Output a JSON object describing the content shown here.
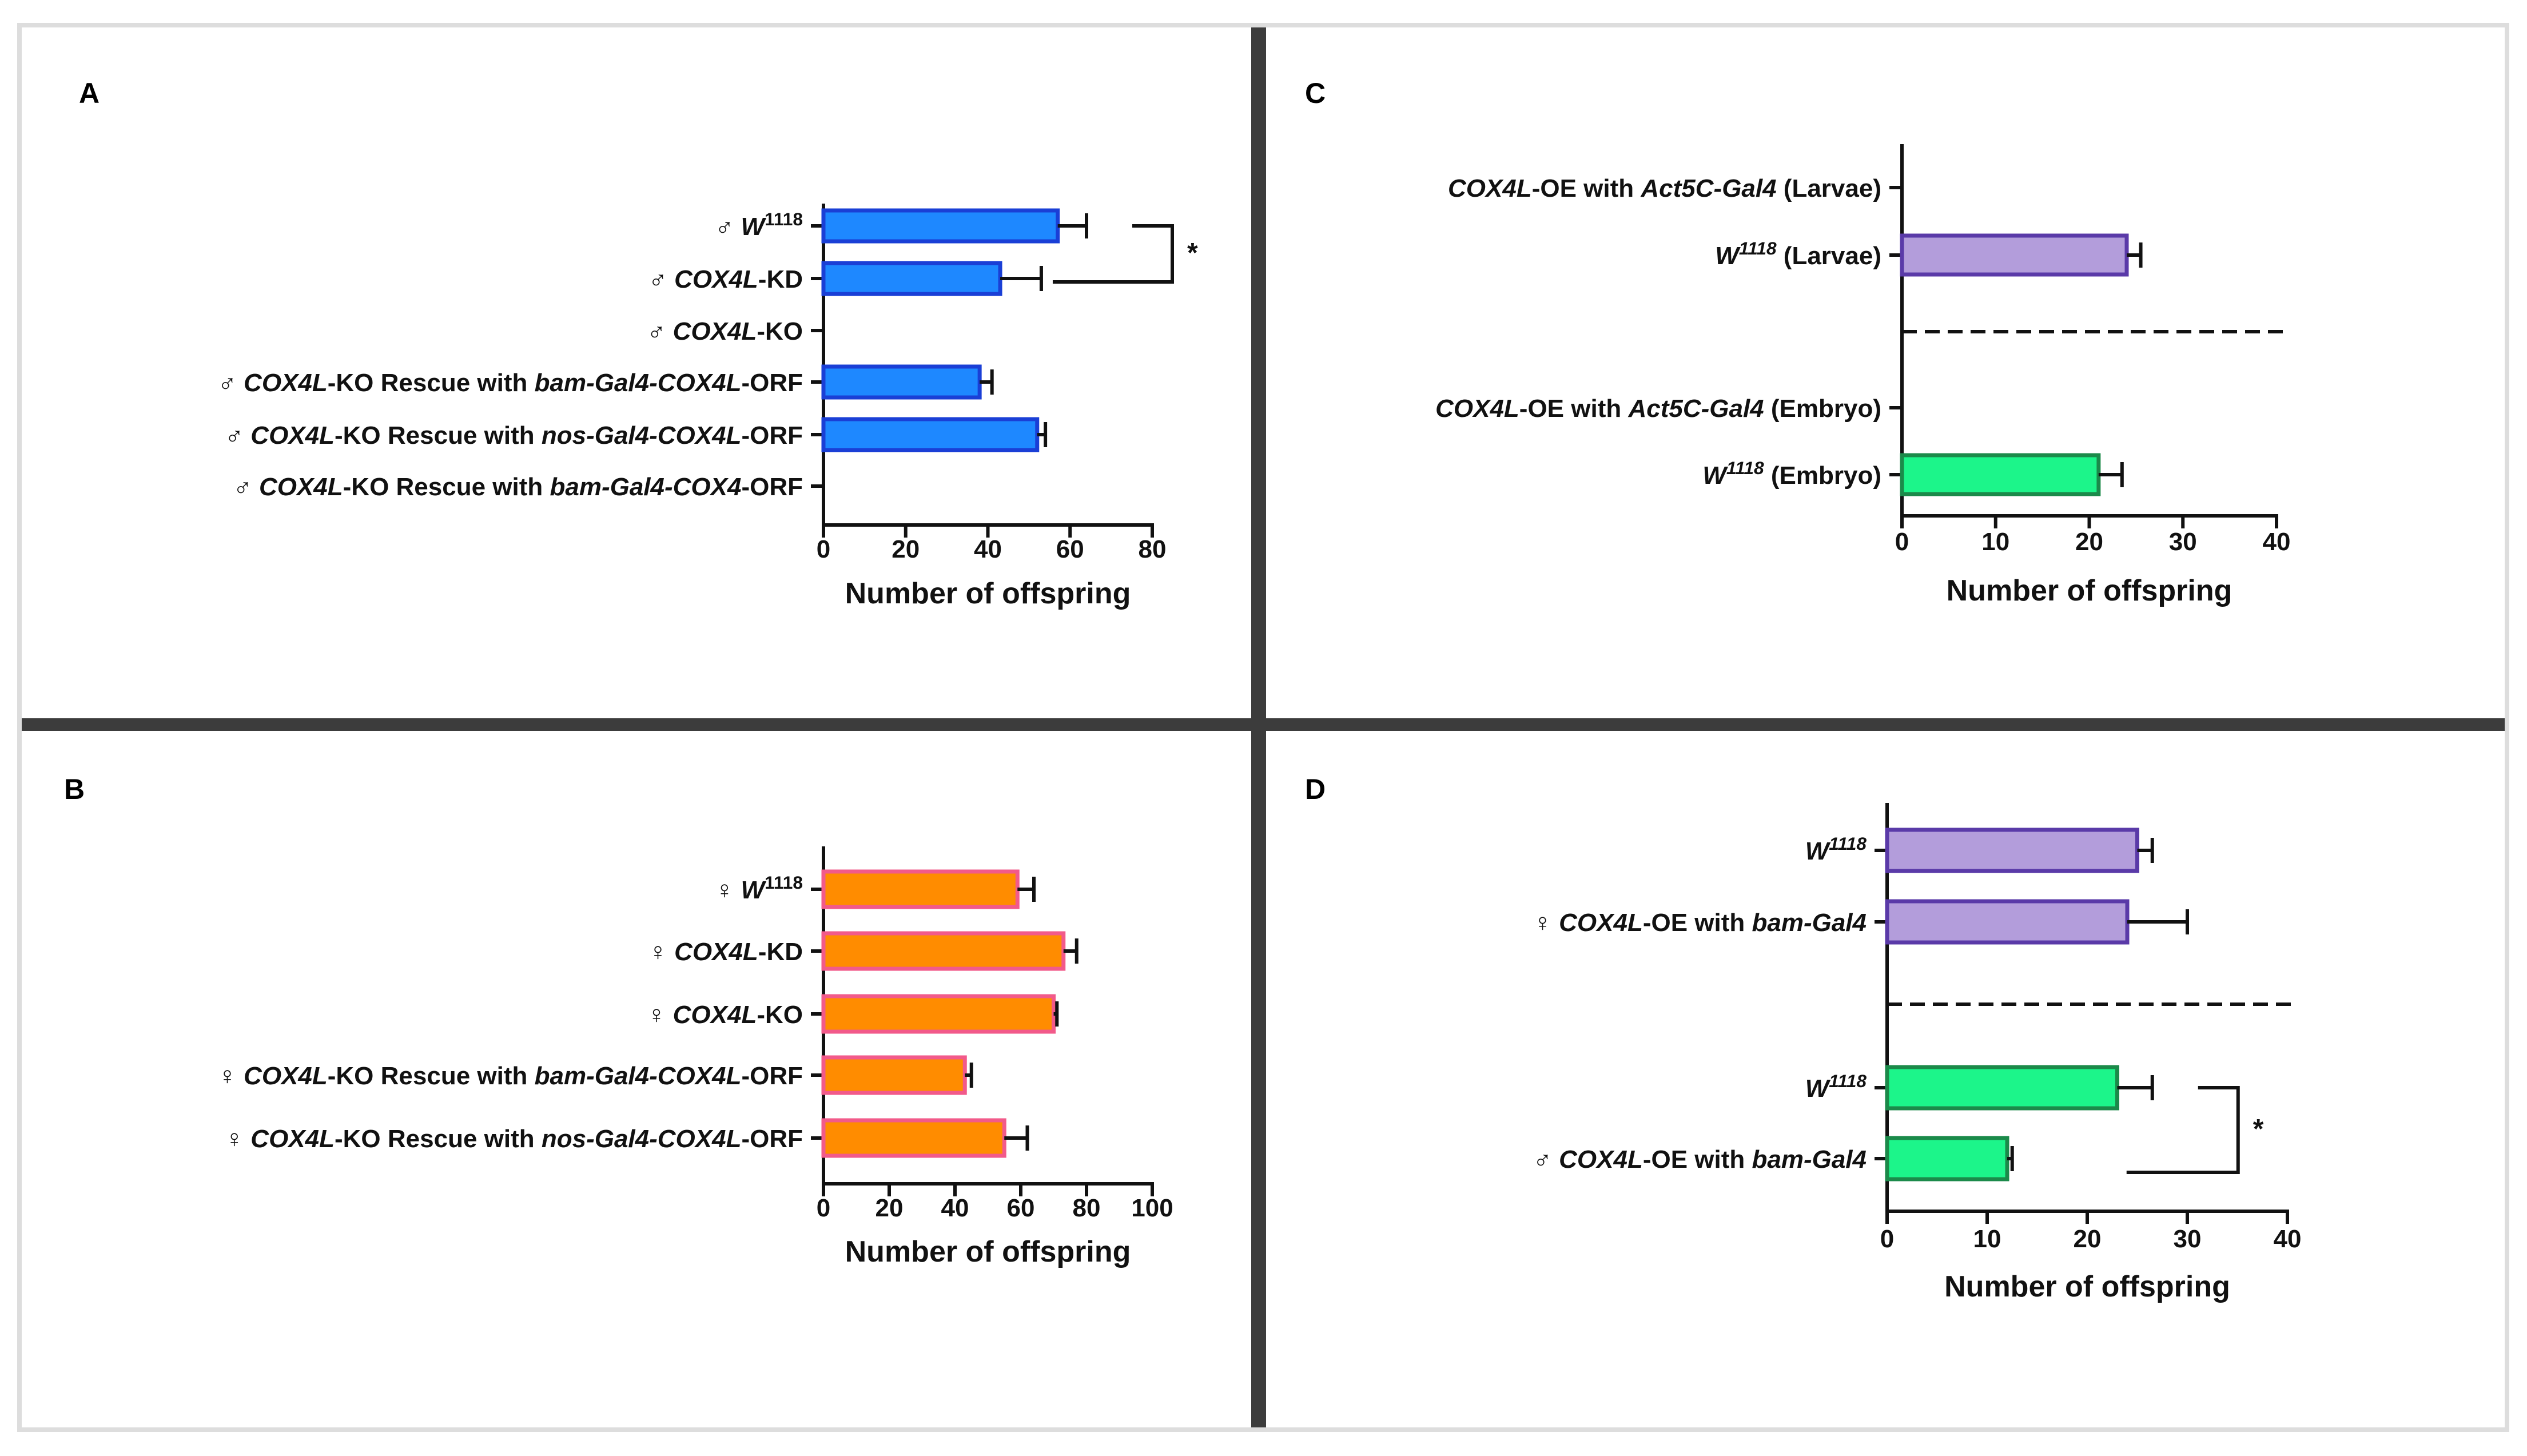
{
  "colors": {
    "blue": "#1e88ff",
    "blue_edge": "#1a3fd6",
    "orange": "#ff8c00",
    "orange_edge": "#f25a8a",
    "purple": "#b39ddb",
    "purple_edge": "#5a3aa8",
    "green": "#1cf58a",
    "green_edge": "#1b8a4a",
    "divider": "#3c3c3c",
    "border": "#dddddd"
  },
  "chart_data": [
    {
      "panel": "A",
      "type": "bar",
      "orientation": "horizontal",
      "categories": [
        {
          "parts": [
            {
              "t": "♂ "
            },
            {
              "t": "W",
              "i": true
            },
            {
              "t": "1118",
              "sup": true
            }
          ]
        },
        {
          "parts": [
            {
              "t": "♂ "
            },
            {
              "t": "COX4L",
              "i": true
            },
            {
              "t": "-KD"
            }
          ]
        },
        {
          "parts": [
            {
              "t": "♂ "
            },
            {
              "t": "COX4L",
              "i": true
            },
            {
              "t": "-KO"
            }
          ]
        },
        {
          "parts": [
            {
              "t": "♂ "
            },
            {
              "t": "COX4L",
              "i": true
            },
            {
              "t": "-KO Rescue with "
            },
            {
              "t": "bam-Gal4-COX4L",
              "i": true
            },
            {
              "t": "-ORF"
            }
          ]
        },
        {
          "parts": [
            {
              "t": "♂ "
            },
            {
              "t": "COX4L",
              "i": true
            },
            {
              "t": "-KO Rescue with "
            },
            {
              "t": "nos-Gal4-COX4L",
              "i": true
            },
            {
              "t": "-ORF"
            }
          ]
        },
        {
          "parts": [
            {
              "t": "♂ "
            },
            {
              "t": "COX4L",
              "i": true
            },
            {
              "t": "-KO Rescue with "
            },
            {
              "t": "bam-Gal4-COX4",
              "i": true
            },
            {
              "t": "-ORF"
            }
          ]
        }
      ],
      "values": [
        57,
        43,
        0,
        38,
        52,
        0
      ],
      "errors": [
        7,
        10,
        0,
        3,
        2,
        0
      ],
      "xlim": [
        0,
        80
      ],
      "xticks": [
        0,
        20,
        40,
        60,
        80
      ],
      "xlabel": "Number of offspring",
      "significance": [
        {
          "between": [
            0,
            1
          ],
          "label": "*"
        }
      ],
      "style": "blue"
    },
    {
      "panel": "B",
      "type": "bar",
      "orientation": "horizontal",
      "categories": [
        {
          "parts": [
            {
              "t": "♀ "
            },
            {
              "t": "W",
              "i": true
            },
            {
              "t": "1118",
              "sup": true
            }
          ]
        },
        {
          "parts": [
            {
              "t": "♀ "
            },
            {
              "t": "COX4L",
              "i": true
            },
            {
              "t": "-KD"
            }
          ]
        },
        {
          "parts": [
            {
              "t": "♀ "
            },
            {
              "t": "COX4L",
              "i": true
            },
            {
              "t": "-KO"
            }
          ]
        },
        {
          "parts": [
            {
              "t": "♀ "
            },
            {
              "t": "COX4L",
              "i": true
            },
            {
              "t": "-KO Rescue with "
            },
            {
              "t": "bam-Gal4-COX4L",
              "i": true
            },
            {
              "t": "-ORF"
            }
          ]
        },
        {
          "parts": [
            {
              "t": "♀ "
            },
            {
              "t": "COX4L",
              "i": true
            },
            {
              "t": "-KO Rescue with "
            },
            {
              "t": "nos-Gal4-COX4L",
              "i": true
            },
            {
              "t": "-ORF"
            }
          ]
        }
      ],
      "values": [
        59,
        73,
        70,
        43,
        55
      ],
      "errors": [
        5,
        4,
        1,
        2,
        7
      ],
      "xlim": [
        0,
        100
      ],
      "xticks": [
        0,
        20,
        40,
        60,
        80,
        100
      ],
      "xlabel": "Number of offspring",
      "significance": [],
      "style": "orange"
    },
    {
      "panel": "C",
      "type": "bar",
      "orientation": "horizontal",
      "categories": [
        {
          "parts": [
            {
              "t": "COX4L",
              "i": true
            },
            {
              "t": "-OE  with "
            },
            {
              "t": "Act5C-Gal4",
              "i": true
            },
            {
              "t": " (Larvae)"
            }
          ]
        },
        {
          "parts": [
            {
              "t": "W",
              "i": true
            },
            {
              "t": "1118",
              "sup": true,
              "i": true
            },
            {
              "t": " (Larvae)"
            }
          ]
        },
        {
          "parts": [
            {
              "t": "COX4L",
              "i": true
            },
            {
              "t": "-OE  with "
            },
            {
              "t": "Act5C-Gal4",
              "i": true
            },
            {
              "t": " (Embryo)"
            }
          ]
        },
        {
          "parts": [
            {
              "t": "W",
              "i": true
            },
            {
              "t": "1118",
              "sup": true,
              "i": true
            },
            {
              "t": " (Embryo)"
            }
          ]
        }
      ],
      "values": [
        0,
        24,
        0,
        21
      ],
      "errors": [
        0,
        1.5,
        0,
        2.5
      ],
      "bar_colors": [
        "purple",
        "purple",
        "green",
        "green"
      ],
      "xlim": [
        0,
        40
      ],
      "xticks": [
        0,
        10,
        20,
        30,
        40
      ],
      "xlabel": "Number of offspring",
      "significance": [],
      "divider_after": 1
    },
    {
      "panel": "D",
      "type": "bar",
      "orientation": "horizontal",
      "categories": [
        {
          "parts": [
            {
              "t": "W",
              "i": true
            },
            {
              "t": "1118",
              "sup": true,
              "i": true
            }
          ]
        },
        {
          "parts": [
            {
              "t": "♀ "
            },
            {
              "t": "COX4L",
              "i": true
            },
            {
              "t": "-OE  with "
            },
            {
              "t": "bam-Gal4",
              "i": true
            }
          ]
        },
        {
          "parts": [
            {
              "t": "W",
              "i": true
            },
            {
              "t": "1118",
              "sup": true,
              "i": true
            }
          ]
        },
        {
          "parts": [
            {
              "t": "♂ "
            },
            {
              "t": "COX4L",
              "i": true
            },
            {
              "t": "-OE  with "
            },
            {
              "t": "bam-Gal4",
              "i": true
            }
          ]
        }
      ],
      "values": [
        25,
        24,
        23,
        12
      ],
      "errors": [
        1.5,
        6,
        3.5,
        0.5
      ],
      "bar_colors": [
        "purple",
        "purple",
        "green",
        "green"
      ],
      "xlim": [
        0,
        40
      ],
      "xticks": [
        0,
        10,
        20,
        30,
        40
      ],
      "xlabel": "Number of offspring",
      "significance": [
        {
          "between": [
            2,
            3
          ],
          "label": "*"
        }
      ],
      "divider_after": 1
    }
  ]
}
